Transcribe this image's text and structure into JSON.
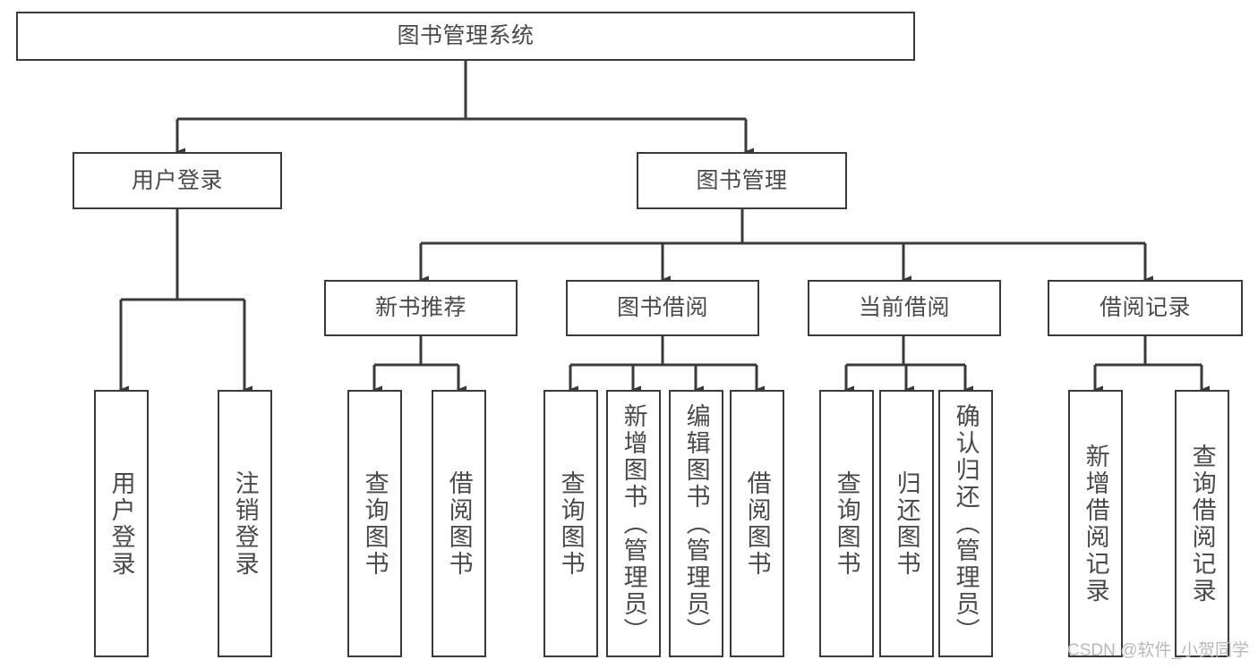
{
  "diagram": {
    "type": "tree-hierarchy",
    "title": "图书管理系统",
    "watermark": "CSDN @软件_小贺同学",
    "colors": {
      "background": "#ffffff",
      "box_border": "#3a3a3a",
      "box_fill": "#ffffff",
      "text": "#4a4a4a",
      "connector": "#3a3a3a",
      "watermark": "#b9b9b9"
    },
    "levels": [
      {
        "level": 0,
        "nodes": [
          {
            "id": "root",
            "label": "图书管理系统",
            "orientation": "horizontal"
          }
        ]
      },
      {
        "level": 1,
        "nodes": [
          {
            "id": "user-login",
            "label": "用户登录",
            "orientation": "horizontal",
            "parent": "root"
          },
          {
            "id": "book-manage",
            "label": "图书管理",
            "orientation": "horizontal",
            "parent": "root"
          }
        ]
      },
      {
        "level": 2,
        "nodes": [
          {
            "id": "new-book-rec",
            "label": "新书推荐",
            "orientation": "horizontal",
            "parent": "book-manage"
          },
          {
            "id": "book-borrow",
            "label": "图书借阅",
            "orientation": "horizontal",
            "parent": "book-manage"
          },
          {
            "id": "current-borrow",
            "label": "当前借阅",
            "orientation": "horizontal",
            "parent": "book-manage"
          },
          {
            "id": "borrow-record",
            "label": "借阅记录",
            "orientation": "horizontal",
            "parent": "book-manage"
          }
        ]
      },
      {
        "level": 3,
        "nodes": [
          {
            "id": "leaf-user-login",
            "label": "用户登录",
            "orientation": "vertical",
            "parent": "user-login"
          },
          {
            "id": "leaf-logout",
            "label": "注销登录",
            "orientation": "vertical",
            "parent": "user-login"
          },
          {
            "id": "leaf-query-book-1",
            "label": "查询图书",
            "orientation": "vertical",
            "parent": "new-book-rec"
          },
          {
            "id": "leaf-borrow-book-1",
            "label": "借阅图书",
            "orientation": "vertical",
            "parent": "new-book-rec"
          },
          {
            "id": "leaf-query-book-2",
            "label": "查询图书",
            "orientation": "vertical",
            "parent": "book-borrow"
          },
          {
            "id": "leaf-add-book",
            "label": "新增图书（管理员）",
            "orientation": "vertical",
            "parent": "book-borrow"
          },
          {
            "id": "leaf-edit-book",
            "label": "编辑图书（管理员）",
            "orientation": "vertical",
            "parent": "book-borrow"
          },
          {
            "id": "leaf-borrow-book-2",
            "label": "借阅图书",
            "orientation": "vertical",
            "parent": "book-borrow"
          },
          {
            "id": "leaf-query-book-3",
            "label": "查询图书",
            "orientation": "vertical",
            "parent": "current-borrow"
          },
          {
            "id": "leaf-return-book",
            "label": "归还图书",
            "orientation": "vertical",
            "parent": "current-borrow"
          },
          {
            "id": "leaf-confirm-return",
            "label": "确认归还（管理员）",
            "orientation": "vertical",
            "parent": "current-borrow"
          },
          {
            "id": "leaf-add-record",
            "label": "新增借阅记录",
            "orientation": "vertical",
            "parent": "borrow-record"
          },
          {
            "id": "leaf-query-record",
            "label": "查询借阅记录",
            "orientation": "vertical",
            "parent": "borrow-record"
          }
        ]
      }
    ]
  }
}
